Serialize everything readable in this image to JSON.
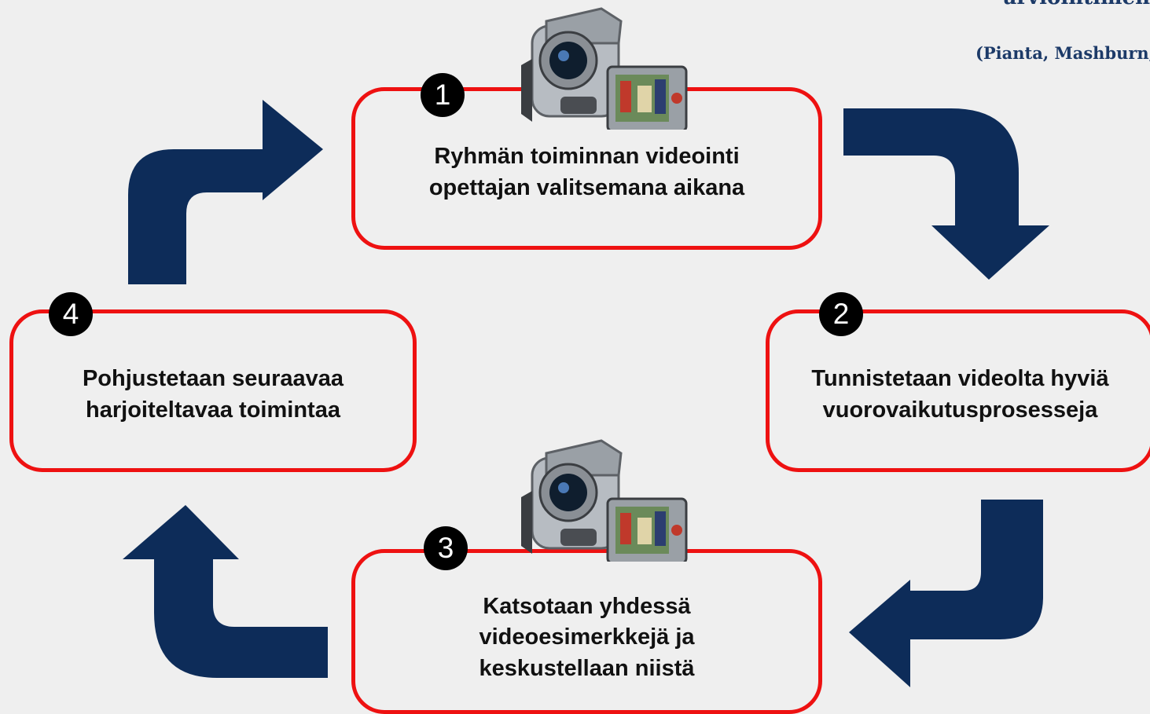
{
  "header": {
    "title_fragment": "arviointimen",
    "citation": "(Pianta, Mashburn,"
  },
  "steps": [
    {
      "number": "1",
      "text": "Ryhmän toiminnan videointi opettajan valitsemana aikana"
    },
    {
      "number": "2",
      "text": "Tunnistetaan videolta hyviä vuorovaikutusprosesseja"
    },
    {
      "number": "3",
      "text": "Katsotaan yhdessä videoesimerkkejä ja keskustellaan niistä"
    },
    {
      "number": "4",
      "text": "Pohjustetaan seuraavaa harjoiteltavaa toimintaa"
    }
  ],
  "icons": [
    "camcorder-icon",
    "curved-arrow-icon"
  ],
  "colors": {
    "background": "#efefef",
    "box_border": "#ee1111",
    "arrow": "#0d2c59",
    "badge": "#000000",
    "citation": "#1c3a68"
  }
}
